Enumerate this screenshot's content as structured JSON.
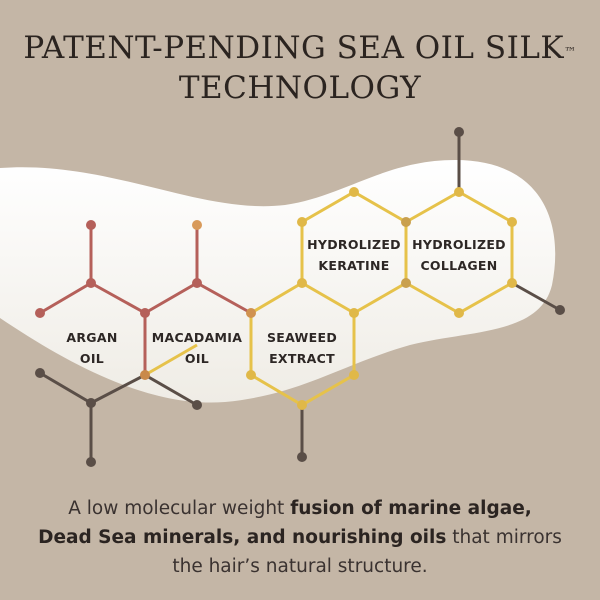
{
  "title": {
    "line1": "PATENT-PENDING SEA OIL SILK",
    "trademark": "™",
    "line2": "TECHNOLOGY"
  },
  "ingredients": [
    {
      "line1": "ARGAN",
      "line2": "OIL"
    },
    {
      "line1": "MACADAMIA",
      "line2": "OIL"
    },
    {
      "line1": "SEAWEED",
      "line2": "EXTRACT"
    },
    {
      "line1": "HYDROLIZED",
      "line2": "KERATINE"
    },
    {
      "line1": "HYDROLIZED",
      "line2": "COLLAGEN"
    }
  ],
  "description": {
    "part1": "A low molecular weight ",
    "bold1": "fusion of marine algae,",
    "bold2": "Dead Sea minerals, and nourishing oils",
    "part2": " that mirrors the hair’s natural structure."
  },
  "colors": {
    "background": "#c4b6a6",
    "argan": "#b5605a",
    "gold": "#e6c24a",
    "dark": "#5a4e47",
    "cream": "#f7f5f0"
  }
}
